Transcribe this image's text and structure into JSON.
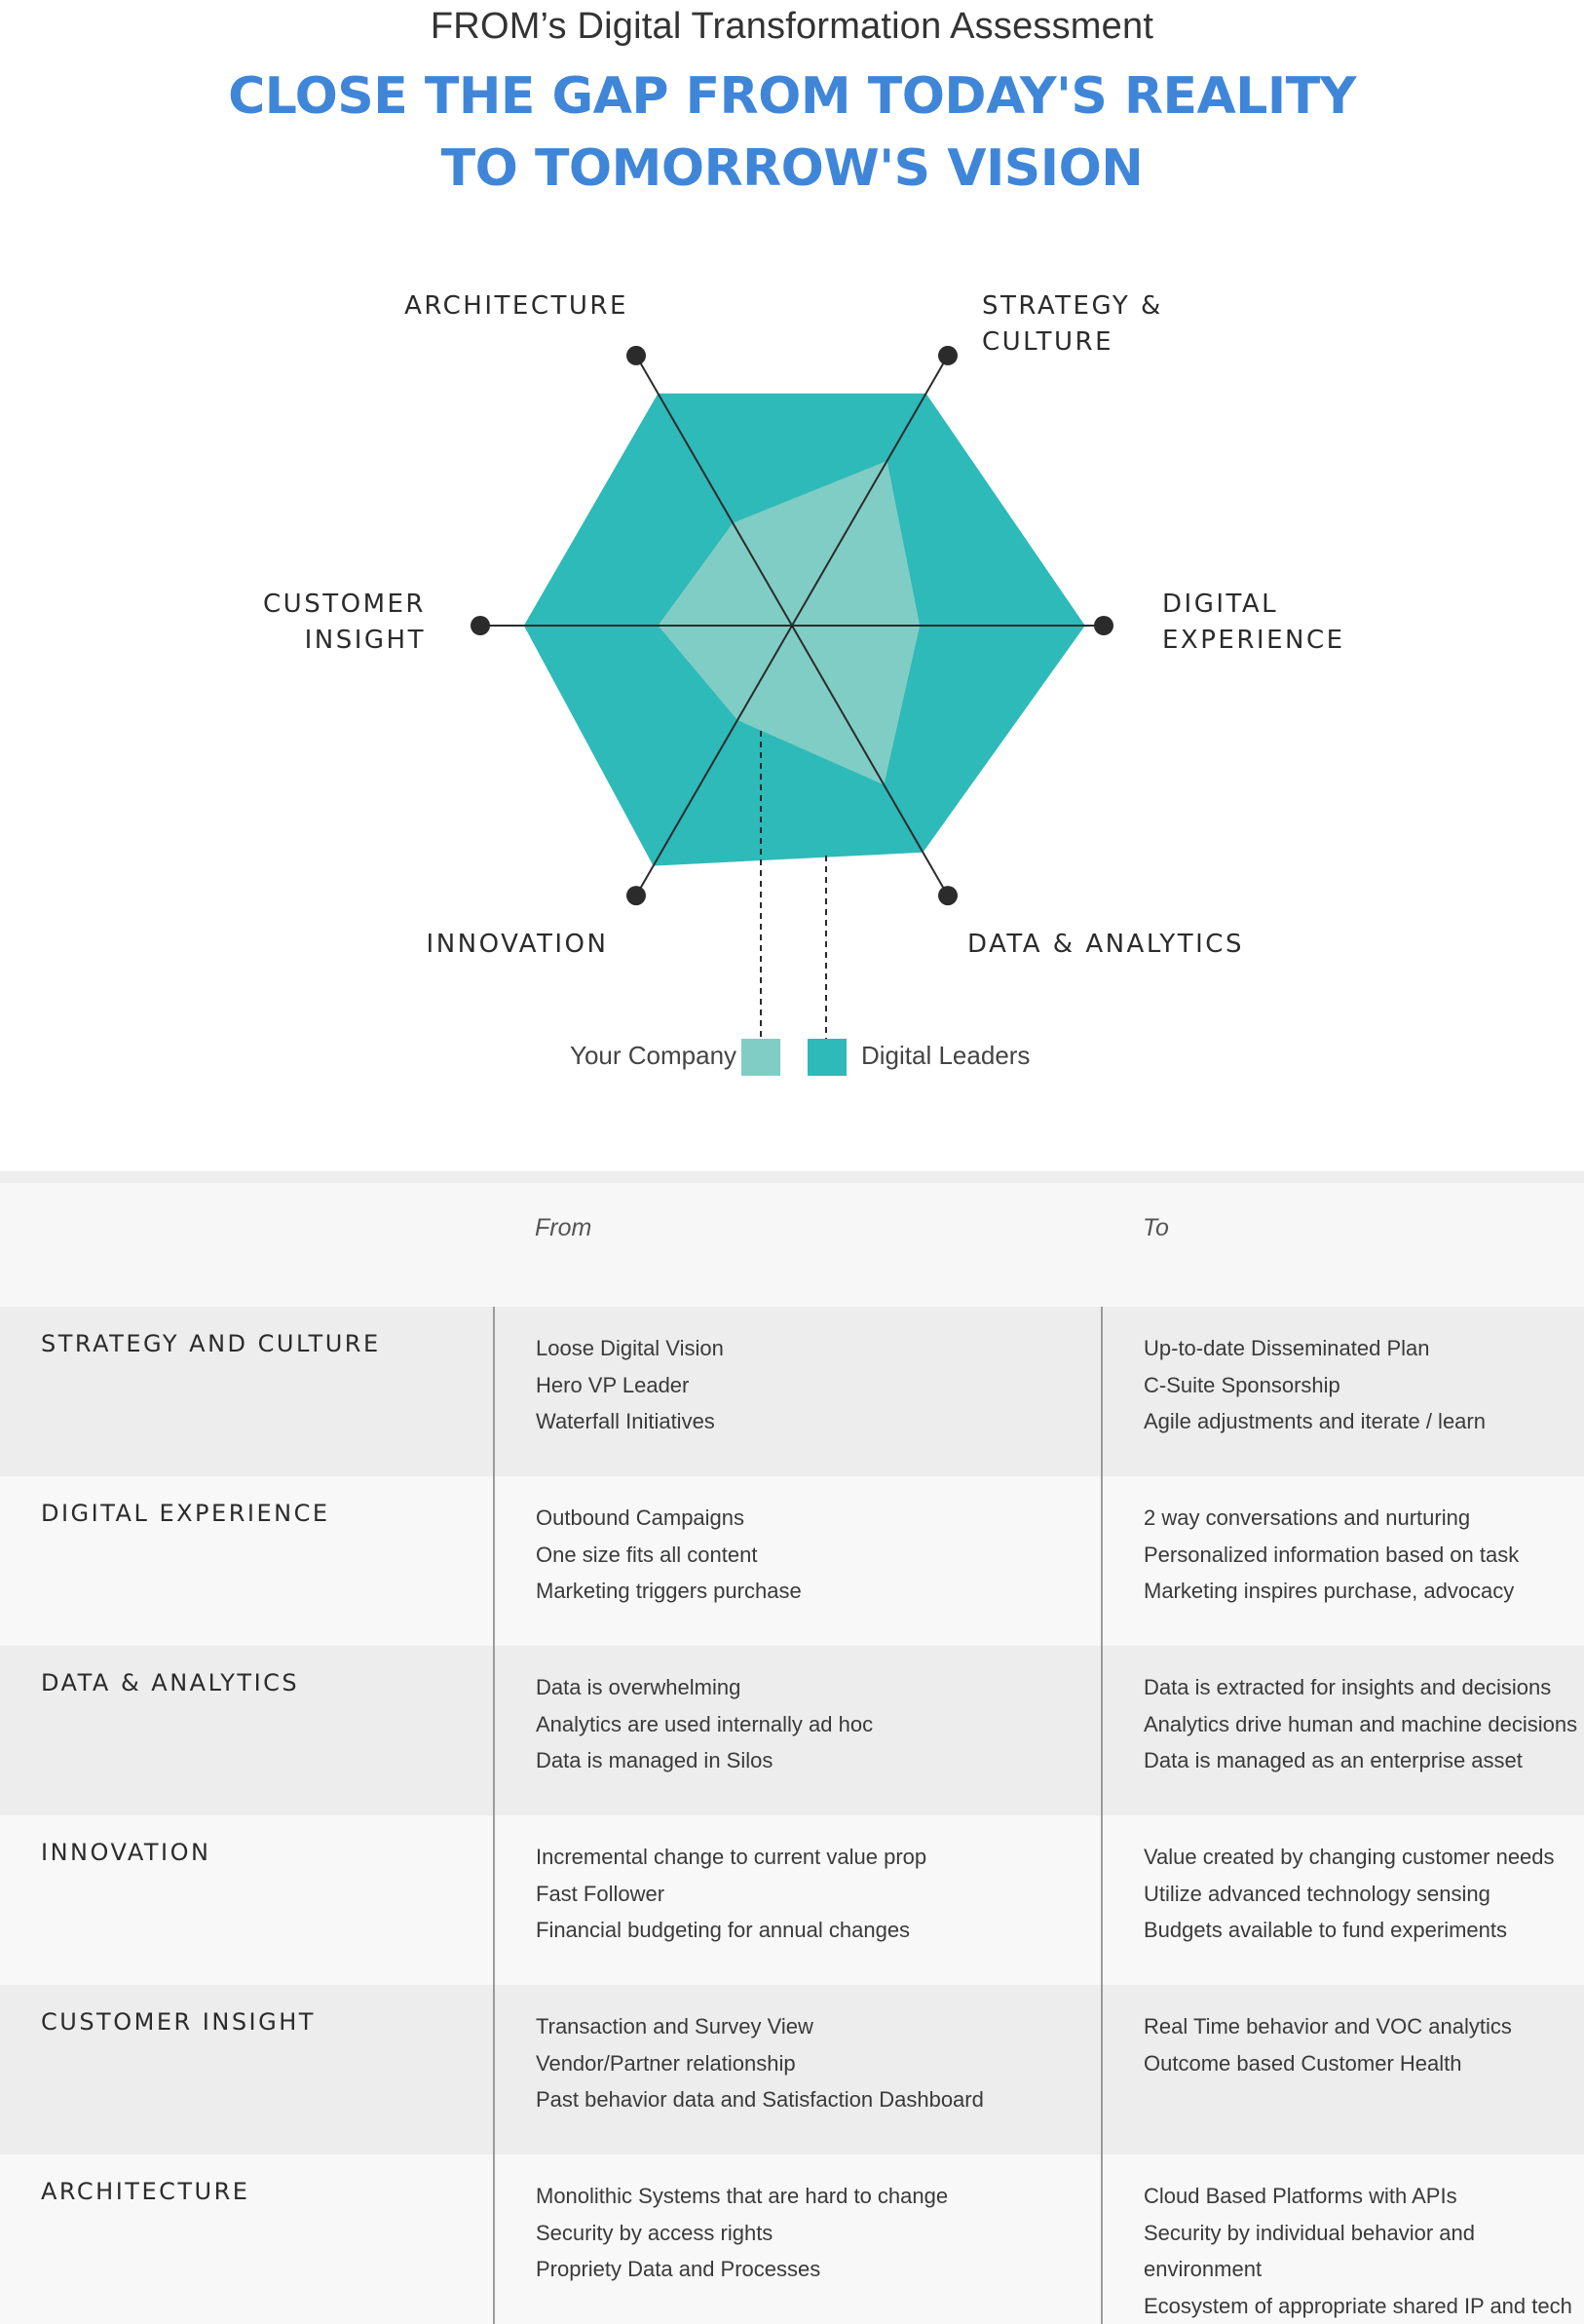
{
  "header": {
    "subtitle": "FROM’s Digital Transformation Assessment",
    "headline_line1": "CLOSE THE GAP FROM TODAY'S REALITY",
    "headline_line2": "TO TOMORROW'S VISION"
  },
  "chart_data": {
    "type": "radar",
    "axes": [
      "ARCHITECTURE",
      "STRATEGY & CULTURE",
      "DIGITAL EXPERIENCE",
      "DATA & ANALYTICS",
      "INNOVATION",
      "CUSTOMER INSIGHT"
    ],
    "axis_max": 1.0,
    "series": [
      {
        "name": "Digital Leaders",
        "color": "#2dbab8",
        "values": [
          0.86,
          0.86,
          0.94,
          0.84,
          0.89,
          0.86
        ]
      },
      {
        "name": "Your Company",
        "color": "#80cdc6",
        "values": [
          0.38,
          0.61,
          0.41,
          0.59,
          0.35,
          0.43
        ]
      }
    ]
  },
  "legend": {
    "your_company": "Your Company",
    "digital_leaders": "Digital Leaders",
    "your_company_color": "#80cdc6",
    "digital_leaders_color": "#2dbab8"
  },
  "table": {
    "from_header": "From",
    "to_header": "To",
    "rows": [
      {
        "category": "STRATEGY AND CULTURE",
        "from": [
          "Loose Digital Vision",
          "Hero VP Leader",
          "Waterfall Initiatives"
        ],
        "to": [
          "Up-to-date Disseminated Plan",
          "C-Suite Sponsorship",
          "Agile adjustments and iterate / learn"
        ]
      },
      {
        "category": "DIGITAL EXPERIENCE",
        "from": [
          "Outbound Campaigns",
          "One size fits all content",
          "Marketing triggers purchase"
        ],
        "to": [
          "2 way conversations and nurturing",
          "Personalized information based on task",
          "Marketing inspires purchase, advocacy"
        ]
      },
      {
        "category": "DATA & ANALYTICS",
        "from": [
          "Data is overwhelming",
          "Analytics are used internally ad hoc",
          "Data is managed in Silos"
        ],
        "to": [
          "Data is extracted for insights and decisions",
          "Analytics drive human and machine decisions",
          "Data is managed as an enterprise asset"
        ]
      },
      {
        "category": "INNOVATION",
        "from": [
          "Incremental change to current value prop",
          "Fast Follower",
          "Financial budgeting for annual changes"
        ],
        "to": [
          "Value created by changing customer needs",
          "Utilize advanced technology sensing",
          "Budgets available to fund experiments"
        ]
      },
      {
        "category": "CUSTOMER INSIGHT",
        "from": [
          "Transaction and Survey View",
          "Vendor/Partner relationship",
          "Past behavior data and Satisfaction Dashboard"
        ],
        "to": [
          "Real Time behavior and VOC analytics",
          "Outcome based Customer Health"
        ]
      },
      {
        "category": "ARCHITECTURE",
        "from": [
          "Monolithic Systems that are hard to change",
          "Security by access rights",
          "Propriety Data and Processes"
        ],
        "to": [
          "Cloud Based Platforms with APIs",
          "Security by individual behavior and environment",
          "Ecosystem of appropriate shared IP and tech"
        ]
      }
    ]
  }
}
